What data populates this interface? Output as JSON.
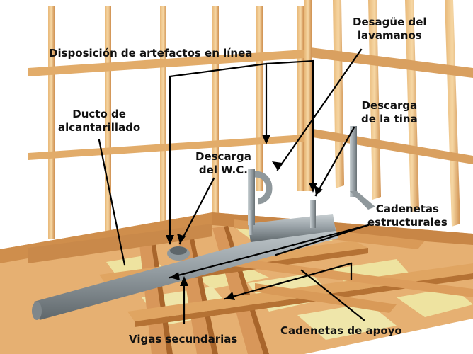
{
  "labels": {
    "lavamanos": "Desagüe del\nlavamanos",
    "en_linea": "Disposición de artefactos en línea",
    "ducto": "Ducto de\nalcantarillado",
    "tina": "Descarga\nde la tina",
    "wc": "Descarga\ndel W.C.",
    "estructurales": "Cadenetas\nestructurales",
    "vigas": "Vigas secundarias",
    "apoyo": "Cadenetas de apoyo"
  },
  "colors": {
    "wood_light": "#f1c98a",
    "wood_mid": "#d99a55",
    "wood_dark": "#a8652b",
    "insulation": "#eee3a0",
    "pipe": "#9aa3a8",
    "pipe_dark": "#6e767b",
    "leader": "#000000"
  }
}
